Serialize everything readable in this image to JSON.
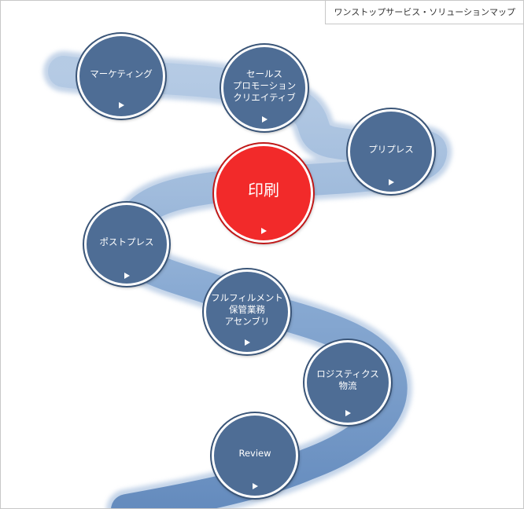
{
  "header": {
    "title": "ワンストップサービス・ソリューションマップ"
  },
  "colors": {
    "node_fill": "#4e6d95",
    "node_border": "#3a5578",
    "highlight_fill": "#f22a2a",
    "path": "#6e94c2"
  },
  "nodes": [
    {
      "id": "marketing",
      "label": "マーケティング"
    },
    {
      "id": "sales-promo",
      "label": "セールス\nプロモーション\nクリエイティブ"
    },
    {
      "id": "prepress",
      "label": "プリプレス"
    },
    {
      "id": "printing",
      "label": "印刷"
    },
    {
      "id": "postpress",
      "label": "ポストプレス"
    },
    {
      "id": "fulfillment",
      "label": "フルフィルメント\n保管業務\nアセンブリ"
    },
    {
      "id": "logistics",
      "label": "ロジスティクス\n物流"
    },
    {
      "id": "review",
      "label": "Review"
    }
  ]
}
